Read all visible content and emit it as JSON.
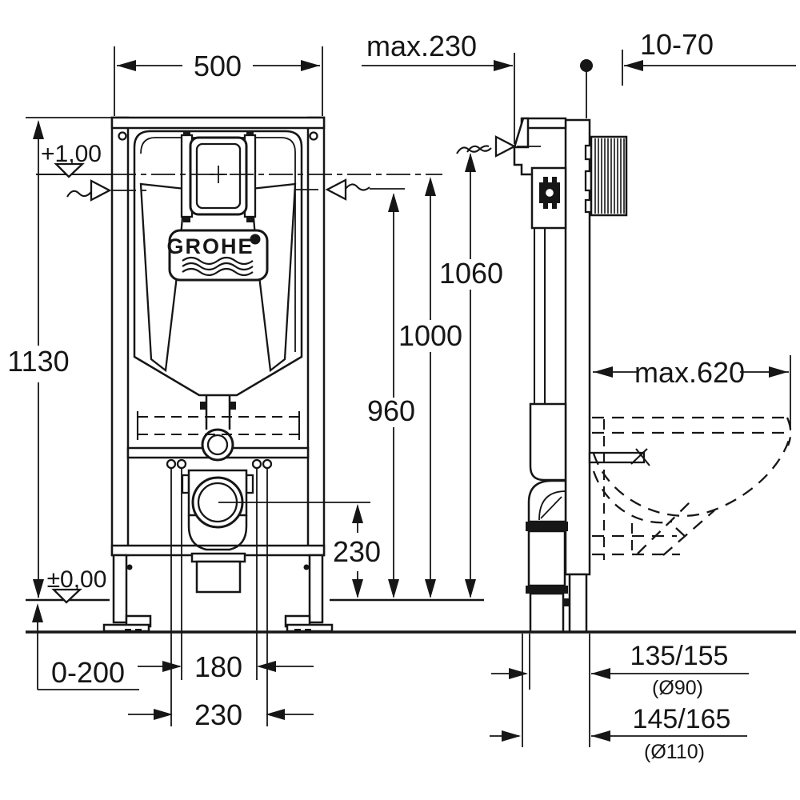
{
  "drawing": {
    "brand": {
      "logo_text": "GROHE"
    },
    "colors": {
      "line": "#161616",
      "background": "#ffffff"
    },
    "symbols": {
      "level_marker": "open-triangle",
      "water_supply": "wavy-arrow",
      "reference_point": "filled-dot",
      "wall_anchor": "vertical-hatch-block"
    },
    "dimensions": {
      "frame_width": "500",
      "frame_height": "1130",
      "top_depth_max": "max.230",
      "wall_rod_range": "10-70",
      "level_upper": "+1,00",
      "level_floor": "±0,00",
      "height_1060": "1060",
      "height_1000": "1000",
      "height_960": "960",
      "bowl_depth_max": "max.620",
      "drain_center_height": "230",
      "floor_adjust_range": "0-200",
      "stud_spacing_inner": "180",
      "stud_spacing_outer": "230",
      "outlet_offset_90": "135/155",
      "outlet_dia_90": "(Ø90)",
      "outlet_offset_110": "145/165",
      "outlet_dia_110": "(Ø110)"
    }
  }
}
